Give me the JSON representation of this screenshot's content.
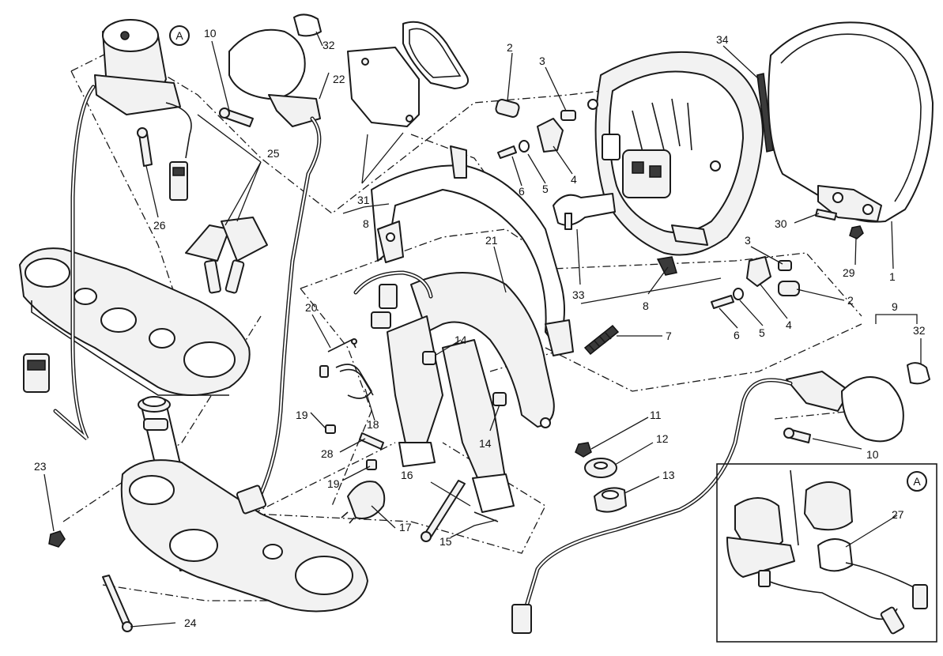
{
  "diagram": {
    "callouts": {
      "c1": "1",
      "c2a": "2",
      "c2b": "2",
      "c3a": "3",
      "c3b": "3",
      "c4a": "4",
      "c4b": "4",
      "c5a": "5",
      "c5b": "5",
      "c6a": "6",
      "c6b": "6",
      "c7": "7",
      "c8a": "8",
      "c8b": "8",
      "c9": "9",
      "c10a": "10",
      "c10b": "10",
      "c11": "11",
      "c12": "12",
      "c13": "13",
      "c14a": "14",
      "c14b": "14",
      "c15": "15",
      "c16": "16",
      "c17": "17",
      "c18": "18",
      "c19a": "19",
      "c19b": "19",
      "c20": "20",
      "c21": "21",
      "c22": "22",
      "c23": "23",
      "c24": "24",
      "c25": "25",
      "c26": "26",
      "c27": "27",
      "c28": "28",
      "c29": "29",
      "c30": "30",
      "c31": "31",
      "c32a": "32",
      "c32b": "32",
      "c33": "33",
      "c34": "34"
    },
    "detail_marker": "A",
    "inset_marker": "A"
  }
}
